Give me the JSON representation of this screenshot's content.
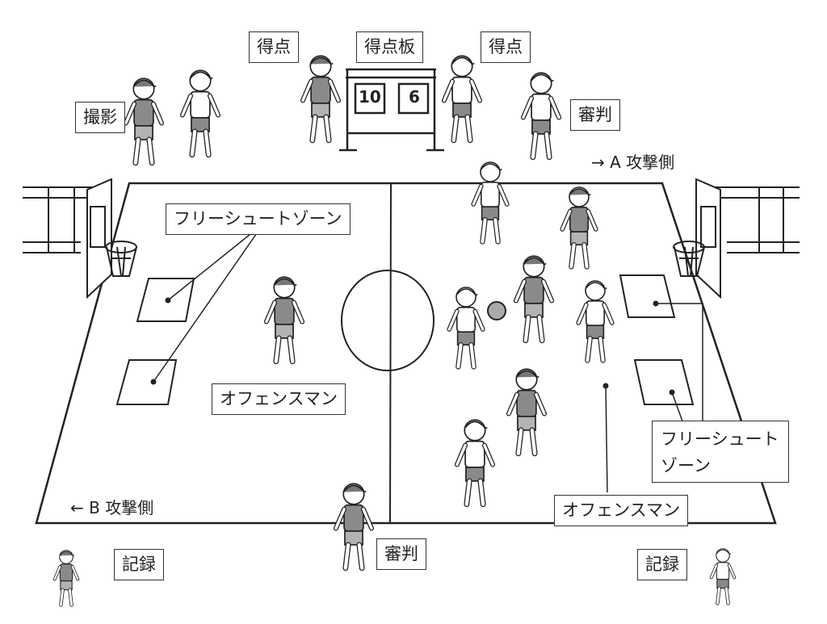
{
  "labels": {
    "score_left": "得点",
    "scoreboard": "得点板",
    "score_right": "得点",
    "photo": "撮影",
    "referee_top": "審判",
    "referee_bottom": "審判",
    "a_side": "A 攻撃側",
    "b_side": "B 攻撃側",
    "free_zone_left": "フリーシュートゾーン",
    "free_zone_right": "フリーシュート ゾーン",
    "offense_left": "オフェンスマン",
    "offense_right": "オフェンスマン",
    "record_left": "記録",
    "record_right": "記録"
  },
  "scoreboard_digits": [
    "10",
    "6"
  ],
  "arrows": {
    "right": "→",
    "left": "←"
  }
}
